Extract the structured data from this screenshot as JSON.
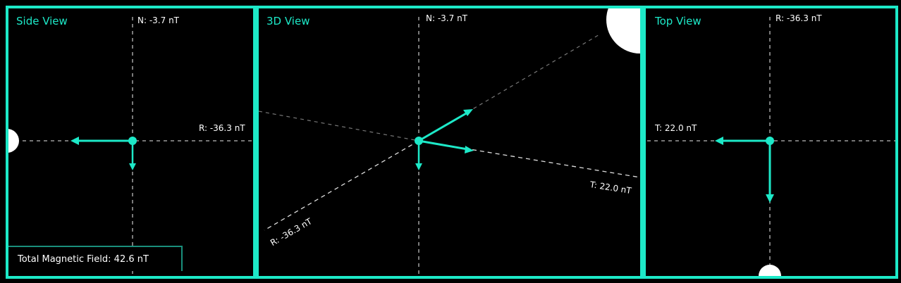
{
  "colors": {
    "accent": "#1de9c8",
    "background": "#000000",
    "axis": "#cccccc"
  },
  "panels": {
    "side": {
      "title": "Side View",
      "n_label": "N: -3.7 nT",
      "r_label": "R: -36.3 nT"
    },
    "view3d": {
      "title": "3D View",
      "n_label": "N: -3.7 nT",
      "r_label": "R: -36.3 nT",
      "t_label": "T: 22.0 nT"
    },
    "top": {
      "title": "Top View",
      "r_label": "R: -36.3 nT",
      "t_label": "T: 22.0 nT"
    }
  },
  "total_field": "Total Magnetic Field: 42.6 nT"
}
